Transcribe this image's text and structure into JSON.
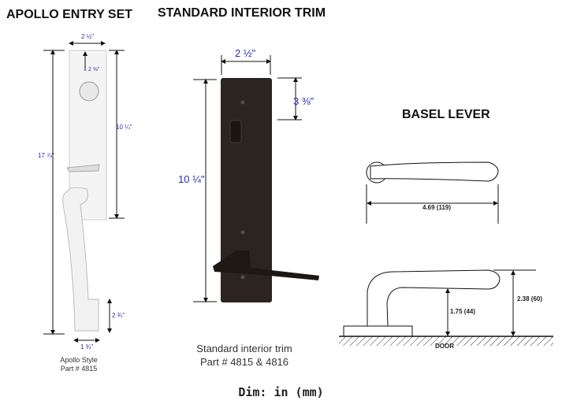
{
  "titles": {
    "entry": "APOLLO ENTRY SET",
    "interior": "STANDARD INTERIOR TRIM",
    "lever": "BASEL LEVER"
  },
  "entry": {
    "width": "2 ½\"",
    "cyl_offset": "2 ⅜\"",
    "plate_height": "10 ¼\"",
    "overall_height": "17 ⅞\"",
    "bottom_height": "2 ¾\"",
    "bottom_width": "1 ¾\"",
    "caption1": "Apollo Style",
    "caption2": "Part # 4815"
  },
  "interior": {
    "width": "2 ½\"",
    "thumb_offset": "3 ⅜\"",
    "height": "10 ¼\"",
    "caption1": "Standard interior trim",
    "caption2": "Part # 4815 & 4816"
  },
  "lever": {
    "length": "4.69 (119)",
    "clearance": "1.75 (44)",
    "projection": "2.38 (60)",
    "door": "DOOR"
  },
  "footer": "Dim: in (mm)"
}
